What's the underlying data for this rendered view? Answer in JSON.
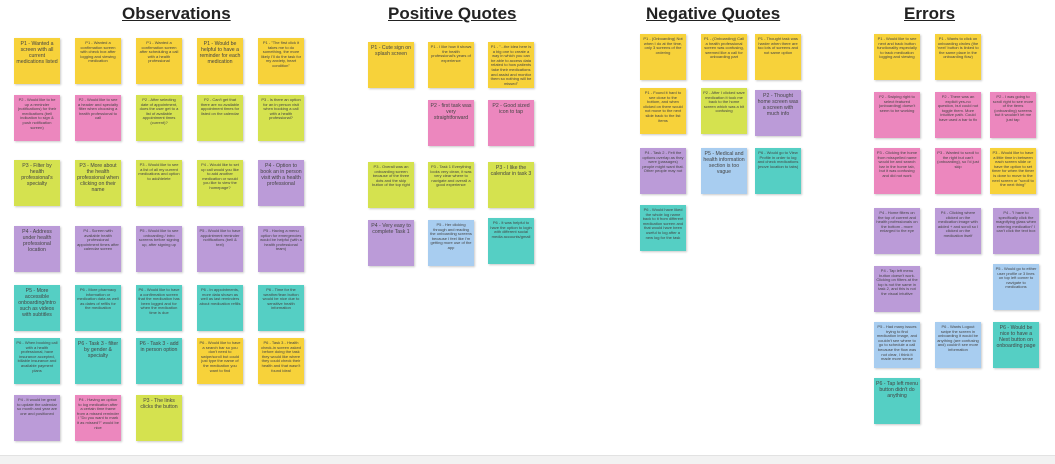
{
  "board": {
    "sections": [
      {
        "id": "observations",
        "title": "Observations"
      },
      {
        "id": "positive",
        "title": "Positive Quotes"
      },
      {
        "id": "negative",
        "title": "Negative Quotes"
      },
      {
        "id": "errors",
        "title": "Errors"
      }
    ],
    "notes": {
      "observations": [
        {
          "color": "yellow",
          "text": "P1 - Wanted a screen with all current medications listed"
        },
        {
          "color": "yellow",
          "text": "P1 - Wanted a confirmation screen with check box after logging and viewing medication"
        },
        {
          "color": "yellow",
          "text": "P1 - Wanted a confirmation screen after scheduling a call with a health professional"
        },
        {
          "color": "yellow",
          "text": "P1 - Would be helpful to have a reminder for each medication"
        },
        {
          "color": "yellow",
          "text": "P1 - \"The first click it takes me to do something, the more likely I'll do the task for my anxiety, heart condition\""
        },
        {
          "color": "pink",
          "text": "P2 - Would like to be up a reminder (notifications) for their medications (bell indication to sign & push notification screen)"
        },
        {
          "color": "pink",
          "text": "P2 - Would like to see a header and specialty filter when choosing a health professional to call"
        },
        {
          "color": "lime",
          "text": "P2 - After selecting date of appointment, does the user get to a list of available appointment times (current)?"
        },
        {
          "color": "lime",
          "text": "P2 - Can't get that there are no available appointment times for listed on the calendar"
        },
        {
          "color": "lime",
          "text": "P3 - Is there an option for an in person visit when booking a call with a health professional?"
        },
        {
          "color": "lime",
          "text": "P3 - Filter by health professional's specialty"
        },
        {
          "color": "lime",
          "text": "P3 - More about the health professional when clicking on their name"
        },
        {
          "color": "lime",
          "text": "P3 - Would like to see a list of all my current medications and option to add/delete"
        },
        {
          "color": "lime",
          "text": "P4 - Would like to set up call would you like to add another medication or would you like to view the homepage?"
        },
        {
          "color": "purple",
          "text": "P4 - Option to book an in person visit with a health professional"
        },
        {
          "color": "purple",
          "text": "P4 - Address under health professional location"
        },
        {
          "color": "purple",
          "text": "P4 - Screen with available health professional appointment times after calendar screen"
        },
        {
          "color": "purple",
          "text": "P5 - Would like to see onboarding / intro screens before signing up, after signing up"
        },
        {
          "color": "purple",
          "text": "P5 - Would like to have appointment reminder notifications (bell & text)"
        },
        {
          "color": "purple",
          "text": "P5 - Having a menu option for emergencies would be helpful (with a health professional team)"
        },
        {
          "color": "teal",
          "text": "P5 - More accessible onboarding/intro such as videos with subtitles"
        },
        {
          "color": "teal",
          "text": "P6 - More pharmacy information or medication data as well as dates of refills for the medication"
        },
        {
          "color": "teal",
          "text": "P6 - Would like to have a confirmation screen that the medication has been logged and for when the medication time is due"
        },
        {
          "color": "teal",
          "text": "P6 - In appointments, more data shown as well as last reminders about medication refills"
        },
        {
          "color": "teal",
          "text": "P6 - Time for the weather/lean button would be nice due to sensitive health information"
        },
        {
          "color": "teal",
          "text": "P6 - When booking call with a health professional, have insurance accepted, billable insurance and available payment plans"
        },
        {
          "color": "teal",
          "text": "P6 - Task 3 - filter by gender & specialty"
        },
        {
          "color": "teal",
          "text": "P6 - Task 3 - add in person option"
        },
        {
          "color": "yellow",
          "text": "P6 - Task 3 - Health check-in screen asked before doing the task they would like where they could check their health and that wasn't found ideal"
        },
        {
          "color": "yellow",
          "text": "P6 - Would like to have a search bar so you don't need to swipe/scroll but could just type the name of the medication you want to find"
        },
        {
          "color": "purple",
          "text": "P4 - It would be great to update the calendar so month and year are one and positioned"
        },
        {
          "color": "pink",
          "text": "P4 - Having an option to log medication after a certain time frame from a missed reminder / \"Do you want to mark it as missed?\" would be nice"
        },
        {
          "color": "lime",
          "text": "P3 - The links clicks the button"
        }
      ],
      "positive": [
        {
          "color": "yellow",
          "text": "P1 - Cute sign on splash screen"
        },
        {
          "color": "yellow",
          "text": "P1 - I like how it shows the health professional's years of experience"
        },
        {
          "color": "yellow",
          "text": "P1 - \"...the idea here is a big one to create a way in which you can be able to access data related to how patients take their medications and assist and monitor them so nothing will be missed\""
        },
        {
          "color": "pink",
          "text": "P2 - first task was very straightforward"
        },
        {
          "color": "pink",
          "text": "P2 - Good sized icon to tap"
        },
        {
          "color": "lime",
          "text": "P3 - Overall was an onboarding screen because of the three dots and the skip button of the top right"
        },
        {
          "color": "lime",
          "text": "P3 - Task 1 Everything looks very clean, it was very clear where to navigate and overall a good experience"
        },
        {
          "color": "lime",
          "text": "P3 - I like the calendar in task 3"
        },
        {
          "color": "purple",
          "text": "P4 - Very easy to complete Task 1"
        },
        {
          "color": "blue",
          "text": "P5 - Her clicking through and reading the onboarding screens because I feel like I'm getting more use of the app"
        },
        {
          "color": "teal",
          "text": "P6 - It was helpful to have the option to login with different social media accounts/gmail"
        }
      ],
      "negative": [
        {
          "color": "yellow",
          "text": "P1 - (Onboarding) Not when I do at the time, only 3 screens of the ordering"
        },
        {
          "color": "yellow",
          "text": "P1 - (Onboarding) Call a health professional screen was confusing, seemed like a call for onboarding part"
        },
        {
          "color": "yellow",
          "text": "P1 - Thought task was harder when there are too lots of screens and not same option"
        },
        {
          "color": "yellow",
          "text": "P1 - Found it hard to see close to the bottom, and when clicked on there would not move to the next slide back to the list items"
        },
        {
          "color": "lime",
          "text": "P2 - After I clicked save medication it took me back to the home screen which was a bit confusing"
        },
        {
          "color": "purple",
          "text": "P2 - Thought home screen was a screen with much info"
        },
        {
          "color": "purple",
          "text": "P4 - Task 2 - Felt the options overlap as they were (passages) people might want that. Other people may not"
        },
        {
          "color": "blue",
          "text": "P5 - Medical and health information section is too vague"
        },
        {
          "color": "teal",
          "text": "P6 - Would go to View Profile in order to log and check medications (move location to tabs)"
        },
        {
          "color": "teal",
          "text": "P6 - Would have liked the whole log name back to it from different medication screen and that would have been useful to log after a new log for the task"
        }
      ],
      "errors": [
        {
          "color": "yellow",
          "text": "P1 - Would like to see next and back button functionality especially to track medication logging and viewing"
        },
        {
          "color": "yellow",
          "text": "P1 - Wants to click on onboarding circles (the 'next' button is linked to the same place in the onboarding flow)"
        },
        {
          "color": "pink",
          "text": "P2 - Swiping right to select featured (onboarding) doesn't seem to be working"
        },
        {
          "color": "pink",
          "text": "P2 - There was an explicit yes-no question, but could not toggle them. More intuitive path. Could have used a bar to fix"
        },
        {
          "color": "pink",
          "text": "P2 - I was going to scroll right to see more of the items (onboarding) screens but it wouldn't let me just tap"
        },
        {
          "color": "pink",
          "text": "P3 - Clicking the home from misspelled name would be and search bar in the home tab, but it was confusing and did not work"
        },
        {
          "color": "pink",
          "text": "P3 - Wanted to scroll to the right but can't (onboarding), so I'd just skip"
        },
        {
          "color": "yellow",
          "text": "P3 - Would like to have a little time in between each screen slide or have the option to set timer for when the timer is done to move to the next screen or \"scroll to the next thing\""
        },
        {
          "color": "purple",
          "text": "P4 - Home filters on the top of current and health professionals on the bottom - more enlarged to the eye"
        },
        {
          "color": "purple",
          "text": "P4 - Clicking where clicked on the medication image with added + and scroll so I clicked on the medication itself"
        },
        {
          "color": "purple",
          "text": "P4 - \"I have to specifically click the magnifying glass when entering medication\" I can't click the text box"
        },
        {
          "color": "purple",
          "text": "P4 - Tap left menu button doesn't work. Clicking on filters at the top is not the same in task 2, and this is not the visual intuitive"
        },
        {
          "color": "blue",
          "text": "P5 - Would go to either user profile or 3 lines on top left corner to navigate to medications"
        },
        {
          "color": "blue",
          "text": "P5 - Had many issues trying to find medication image, and couldn't see where to go to schedule a call because the flow was not clear, I think it made more sense"
        },
        {
          "color": "blue",
          "text": "P6 - Wants Logout swipe the screen in onboarding it would be anything (are confusing and) couldn't see more information"
        },
        {
          "color": "teal",
          "text": "P6 - Would be nice to have a Next button on onboarding page"
        },
        {
          "color": "teal",
          "text": "P6 - Tap left menu button didn't do anything"
        }
      ]
    }
  }
}
